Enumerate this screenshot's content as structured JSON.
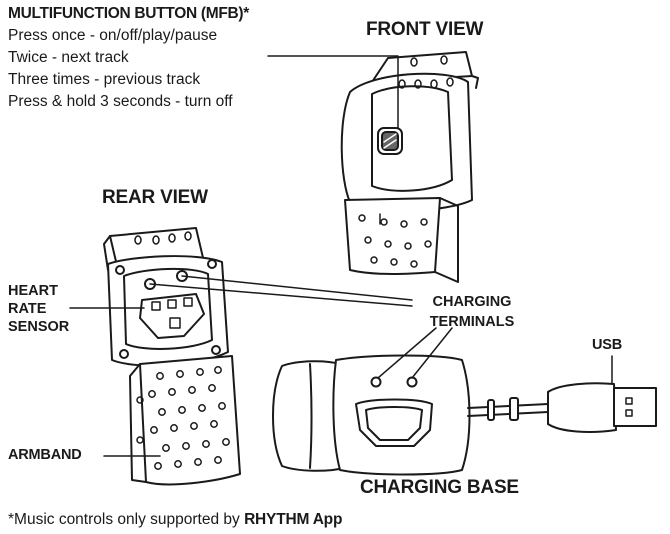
{
  "mfb": {
    "title": "MULTIFUNCTION BUTTON (MFB)*",
    "instructions": [
      "Press once - on/off/play/pause",
      "Twice - next track",
      "Three times - previous track",
      "Press & hold 3 seconds - turn off"
    ]
  },
  "views": {
    "front": "FRONT VIEW",
    "rear": "REAR VIEW",
    "charging_base": "CHARGING BASE"
  },
  "callouts": {
    "heart_rate_sensor": [
      "HEART",
      "RATE",
      "SENSOR"
    ],
    "charging_terminals": [
      "CHARGING",
      "TERMINALS"
    ],
    "usb": "USB",
    "armband": "ARMBAND"
  },
  "footnote": {
    "prefix": "*Music controls only supported by ",
    "app": "RHYTHM App"
  },
  "colors": {
    "ink": "#1a1a1a",
    "paper": "#ffffff"
  }
}
